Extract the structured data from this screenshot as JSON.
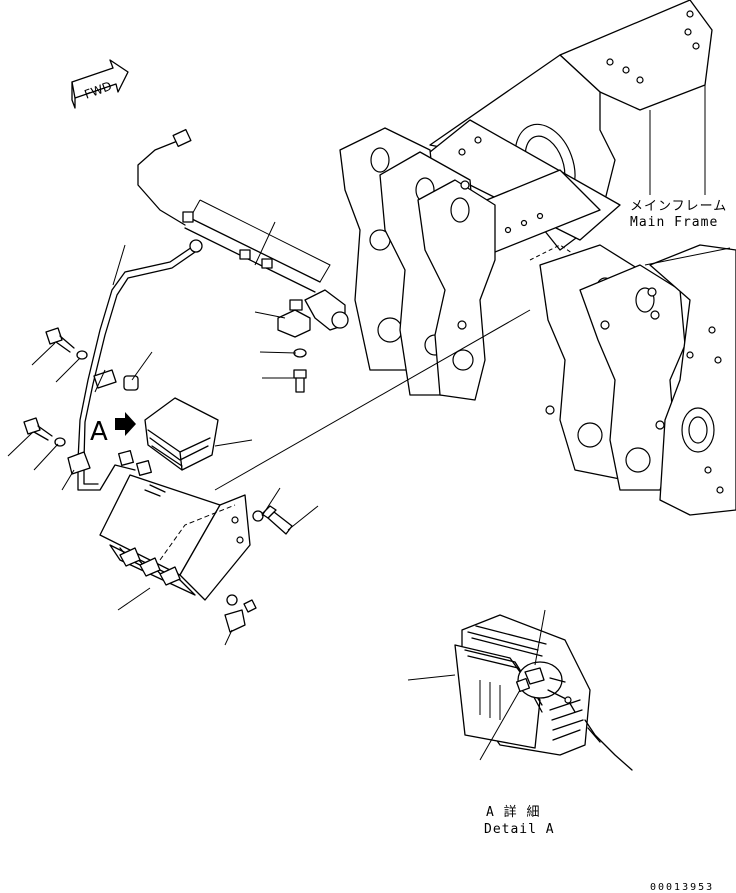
{
  "fwd_label": "FWD",
  "callout_letter": "A",
  "main_frame": {
    "jp": "メインフレーム",
    "en": "Main Frame"
  },
  "detail": {
    "jp": "A 詳 細",
    "en": "Detail A"
  },
  "drawing_number": "00013953"
}
